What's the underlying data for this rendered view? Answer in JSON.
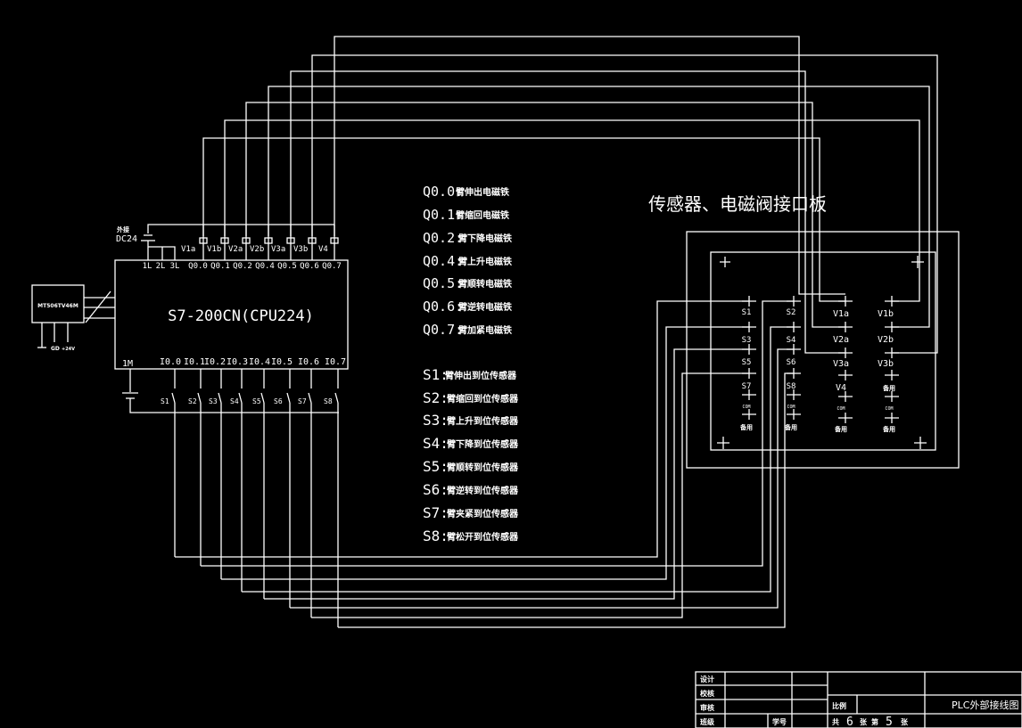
{
  "drawing": {
    "background": "#000000",
    "line_color": "#ffffff",
    "plc": {
      "model_label": "S7-200CN(CPU224)",
      "top_terminals": [
        "1L",
        "2L",
        "3L",
        "Q0.0",
        "Q0.1",
        "Q0.2",
        "Q0.4",
        "Q0.5",
        "Q0.6",
        "Q0.7"
      ],
      "bottom_terminals": [
        "1M",
        "I0.0",
        "I0.1",
        "I0.2",
        "I0.3",
        "I0.4",
        "I0.5",
        "I0.6",
        "I0.7"
      ],
      "coil_labels": [
        "V1a",
        "V1b",
        "V2a",
        "V2b",
        "V3a",
        "V3b",
        "V4"
      ],
      "supply_label_top": "外接",
      "supply_label": "DC24",
      "switch_labels": [
        "S1",
        "S2",
        "S3",
        "S4",
        "S5",
        "S6",
        "S7",
        "S8"
      ]
    },
    "touch_screen": {
      "label": "MT506TV46M",
      "pins": [
        "⏚",
        "GD",
        "+24V"
      ]
    },
    "outputs_legend": [
      {
        "addr": "Q0.0:",
        "desc": "臂伸出电磁铁"
      },
      {
        "addr": "Q0.1:",
        "desc": "臂缩回电磁铁"
      },
      {
        "addr": "Q0.2:",
        "desc": "臂下降电磁铁"
      },
      {
        "addr": "Q0.4:",
        "desc": "臂上升电磁铁"
      },
      {
        "addr": "Q0.5:",
        "desc": "臂顺转电磁铁"
      },
      {
        "addr": "Q0.6:",
        "desc": "臂逆转电磁铁"
      },
      {
        "addr": "Q0.7:",
        "desc": "臂加紧电磁铁"
      }
    ],
    "inputs_legend": [
      {
        "addr": "S1:",
        "desc": "臂伸出到位传感器"
      },
      {
        "addr": "S2:",
        "desc": "臂缩回到位传感器"
      },
      {
        "addr": "S3:",
        "desc": "臂上升到位传感器"
      },
      {
        "addr": "S4:",
        "desc": "臂下降到位传感器"
      },
      {
        "addr": "S5:",
        "desc": "臂顺转到位传感器"
      },
      {
        "addr": "S6:",
        "desc": "臂逆转到位传感器"
      },
      {
        "addr": "S7:",
        "desc": "臂夹紧到位传感器"
      },
      {
        "addr": "S8:",
        "desc": "臂松开到位传感器"
      }
    ],
    "interface_board": {
      "title": "传感器、电磁阀接口板",
      "col1": [
        "S1",
        "S3",
        "S5",
        "S7",
        "COM",
        "备用"
      ],
      "col2": [
        "S2",
        "S4",
        "S6",
        "S8",
        "COM",
        "备用"
      ],
      "col3": [
        "V1a",
        "V2a",
        "V3a",
        "V4",
        "COM",
        "备用"
      ],
      "col4": [
        "V1b",
        "V2b",
        "V3b",
        "备用",
        "COM",
        "备用"
      ]
    },
    "title_block": {
      "rows_left": [
        "设计",
        "校核",
        "审核",
        "班级"
      ],
      "student_no_label": "学号",
      "scale_label": "比例",
      "sheet_total_prefix": "共",
      "sheet_total": "6",
      "sheet_total_suffix": "张",
      "sheet_no_prefix": "第",
      "sheet_no": "5",
      "sheet_no_suffix": "张",
      "drawing_title": "PLC外部接线图"
    }
  }
}
